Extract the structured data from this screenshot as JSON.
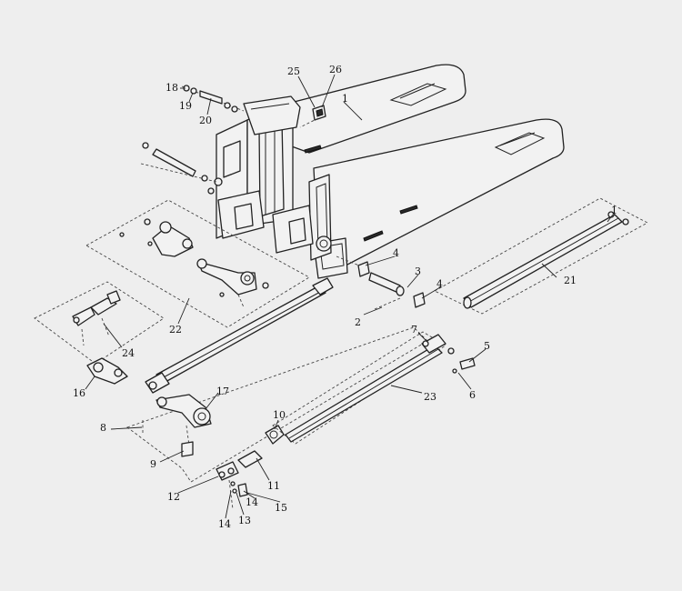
{
  "callouts": [
    {
      "id": "c1a",
      "text": "1"
    },
    {
      "id": "c1b",
      "text": "1"
    },
    {
      "id": "c2",
      "text": "2"
    },
    {
      "id": "c3",
      "text": "3"
    },
    {
      "id": "c4a",
      "text": "4"
    },
    {
      "id": "c4b",
      "text": "4"
    },
    {
      "id": "c5",
      "text": "5"
    },
    {
      "id": "c6",
      "text": "6"
    },
    {
      "id": "c7",
      "text": "7"
    },
    {
      "id": "c8",
      "text": "8"
    },
    {
      "id": "c9",
      "text": "9"
    },
    {
      "id": "c10",
      "text": "10"
    },
    {
      "id": "c11",
      "text": "11"
    },
    {
      "id": "c12",
      "text": "12"
    },
    {
      "id": "c13",
      "text": "13"
    },
    {
      "id": "c14a",
      "text": "14"
    },
    {
      "id": "c14b",
      "text": "14"
    },
    {
      "id": "c15",
      "text": "15"
    },
    {
      "id": "c16",
      "text": "16"
    },
    {
      "id": "c17",
      "text": "17"
    },
    {
      "id": "c18",
      "text": "18"
    },
    {
      "id": "c19",
      "text": "19"
    },
    {
      "id": "c20",
      "text": "20"
    },
    {
      "id": "c21",
      "text": "21"
    },
    {
      "id": "c22",
      "text": "22"
    },
    {
      "id": "c23",
      "text": "23"
    },
    {
      "id": "c24",
      "text": "24"
    },
    {
      "id": "c25",
      "text": "25"
    },
    {
      "id": "c26",
      "text": "26"
    }
  ],
  "colors": {
    "background": "#eeeeee",
    "line": "#222222"
  }
}
